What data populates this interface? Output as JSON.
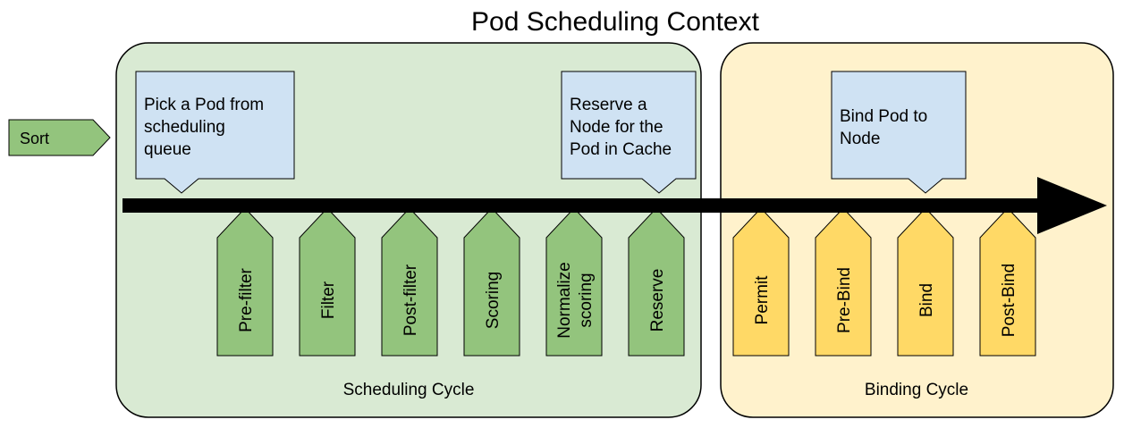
{
  "title": "Pod Scheduling Context",
  "sort": {
    "label": "Sort"
  },
  "scheduling_cycle": {
    "label": "Scheduling Cycle",
    "callouts": {
      "pick": [
        "Pick a Pod from",
        "scheduling",
        "queue"
      ],
      "reserve": [
        "Reserve a",
        "Node for the",
        "Pod in Cache"
      ]
    },
    "plugins": [
      {
        "lines": [
          "Pre-filter"
        ]
      },
      {
        "lines": [
          "Filter"
        ]
      },
      {
        "lines": [
          "Post-filter"
        ]
      },
      {
        "lines": [
          "Scoring"
        ]
      },
      {
        "lines": [
          "Normalize",
          "scoring"
        ]
      },
      {
        "lines": [
          "Reserve"
        ]
      }
    ]
  },
  "binding_cycle": {
    "label": "Binding Cycle",
    "callouts": {
      "bind": [
        "Bind Pod to",
        "Node"
      ]
    },
    "plugins": [
      {
        "lines": [
          "Permit"
        ]
      },
      {
        "lines": [
          "Pre-Bind"
        ]
      },
      {
        "lines": [
          "Bind"
        ]
      },
      {
        "lines": [
          "Post-Bind"
        ]
      }
    ]
  },
  "colors": {
    "scheduling_bg": "#d9ead3",
    "binding_bg": "#fff2cc",
    "green_plugin": "#93c47d",
    "yellow_plugin": "#ffd966",
    "callout_bg": "#cfe2f3",
    "border": "#000000"
  }
}
